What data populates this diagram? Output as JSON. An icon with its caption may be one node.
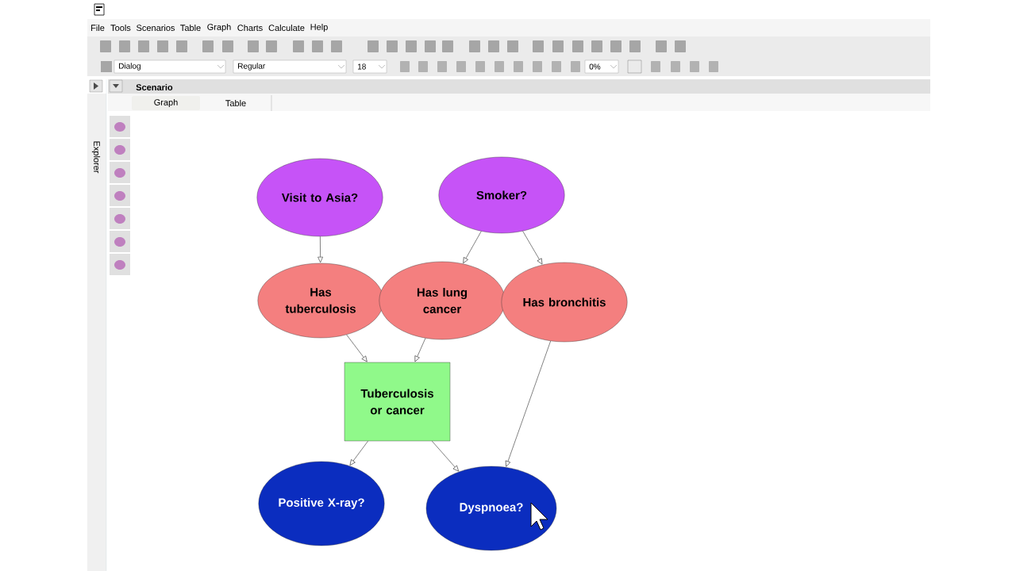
{
  "diagram": {
    "nodes": [
      {
        "text": [
          "Visit to Asia?"
        ]
      },
      {
        "text": [
          "Smoker?"
        ]
      },
      {
        "text": [
          "Has tuberculosis"
        ]
      },
      {
        "text": [
          "Has lung cancer"
        ]
      },
      {
        "text": [
          "Has bronchitis"
        ]
      },
      {
        "text": [
          "Tuberculosis or cancer"
        ]
      },
      {
        "text": [
          "Positive X-ray?"
        ]
      },
      {
        "text": [
          "Dyspnoea?"
        ]
      }
    ],
    "edges": [
      {
        "from": 0,
        "to": 2,
        "arrow": "to"
      },
      {
        "from": 1,
        "to": 3,
        "arrow": "to"
      },
      {
        "from": 1,
        "to": 4,
        "arrow": "to"
      },
      {
        "from": 2,
        "to": 5,
        "arrow": "to"
      },
      {
        "from": 3,
        "to": 5,
        "arrow": "to"
      },
      {
        "from": 5,
        "to": 6,
        "arrow": "to"
      },
      {
        "from": 5,
        "to": 7,
        "arrow": "to"
      },
      {
        "from": 4,
        "to": 7,
        "arrow": "to"
      }
    ],
    "labels": [
      "File",
      "Tools",
      "Scenarios",
      "Table",
      "Graph",
      "Charts",
      "Calculate",
      "Help",
      "Dialog",
      "Regular",
      "18",
      "0%",
      "Scenario",
      "Graph",
      "Table",
      "Explorer"
    ]
  }
}
